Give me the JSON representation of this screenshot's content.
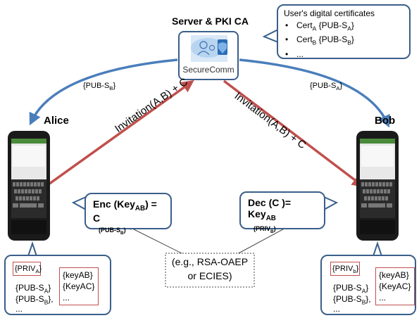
{
  "server": {
    "title": "Server & PKI CA",
    "app_name": "SecureComm"
  },
  "cert_bubble": {
    "title": "User's digital certificates",
    "items": [
      {
        "prefix": "Cert",
        "sub": "A",
        "key": "{PUB-S",
        "key_sub": "A",
        "close": "}"
      },
      {
        "prefix": "Cert",
        "sub": "B",
        "key": "{PUB-S",
        "key_sub": "B",
        "close": "}"
      },
      {
        "prefix": "...",
        "sub": "",
        "key": "",
        "key_sub": "",
        "close": ""
      }
    ]
  },
  "alice": {
    "name": "Alice",
    "pub_label": "{PUB-S",
    "pub_sub": "B",
    "pub_close": "}",
    "enc_main": "Enc (Key",
    "enc_sub": "AB",
    "enc_rest": ") = C",
    "enc_note": "(PUB-S",
    "enc_note_sub": "B",
    "enc_note_close": ")",
    "priv": "{PRIV",
    "priv_sub": "A",
    "priv_close": "}",
    "pub_keys": [
      "{PUB-S",
      "{PUB-S",
      "..."
    ],
    "pub_keys_sub": [
      "A",
      "B",
      ""
    ],
    "pub_keys_close": [
      "}",
      "},",
      ""
    ],
    "sym_keys": [
      "{keyAB}",
      "{KeyAC}",
      "..."
    ]
  },
  "bob": {
    "name": "Bob",
    "pub_label": "{PUB-S",
    "pub_sub": "A",
    "pub_close": "}",
    "dec_main": "Dec (C )= Key",
    "dec_sub": "AB",
    "dec_note": "(PRIV",
    "dec_note_sub": "B",
    "dec_note_close": ")",
    "priv": "{PRIV",
    "priv_sub": "b",
    "priv_close": "}",
    "pub_keys": [
      "{PUB-S",
      "{PUB-S",
      "..."
    ],
    "pub_keys_sub": [
      "A",
      "B",
      ""
    ],
    "pub_keys_close": [
      "}",
      "},",
      ""
    ],
    "sym_keys": [
      "{keyAB}",
      "{KeyAC}",
      "..."
    ]
  },
  "invitation_left": "Invitation(A,B) + C",
  "invitation_right": "Invitation(A,B) + C",
  "algo_note": {
    "line1": "(e.g., RSA-OAEP",
    "line2": "or ECIES)"
  },
  "colors": {
    "blue_arrow": "#4a7ebb",
    "red_arrow": "#c0504d",
    "box_border": "#3a5f8a"
  }
}
